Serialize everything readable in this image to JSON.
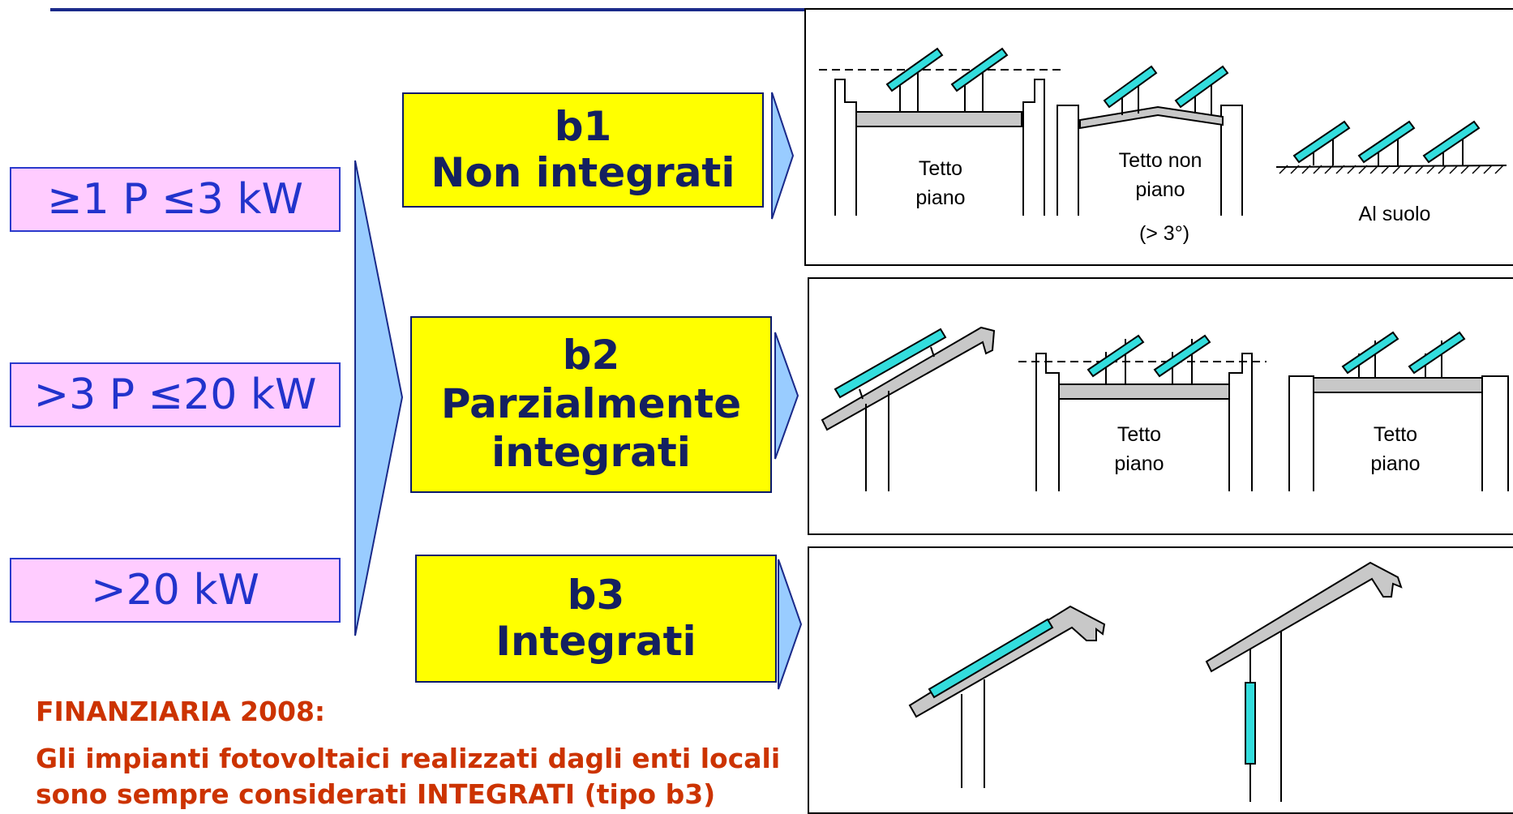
{
  "powers": [
    "≥1 P ≤3 kW",
    ">3 P ≤20 kW",
    ">20 kW"
  ],
  "categories": [
    {
      "code": "b1",
      "name": "Non integrati"
    },
    {
      "code": "b2",
      "name": "Parzialmente integrati"
    },
    {
      "code": "b3",
      "name": "Integrati"
    }
  ],
  "panel1": {
    "flat_roof": "Tetto piano",
    "sloped_roof": "Tetto non piano",
    "slope_note": "(> 3°)",
    "ground": "Al suolo"
  },
  "panel2": {
    "flat_roof_a": "Tetto piano",
    "flat_roof_b": "Tetto piano"
  },
  "note": {
    "heading": "FINANZIARIA 2008:",
    "line1": "Gli impianti fotovoltaici realizzati dagli enti locali",
    "line2": "sono sempre considerati INTEGRATI (tipo b3)"
  },
  "colors": {
    "pink": "#ffccff",
    "yellow": "#ffff00",
    "arrow": "#99ccff",
    "panel_module": "#33dddd",
    "note": "#cc3300"
  }
}
